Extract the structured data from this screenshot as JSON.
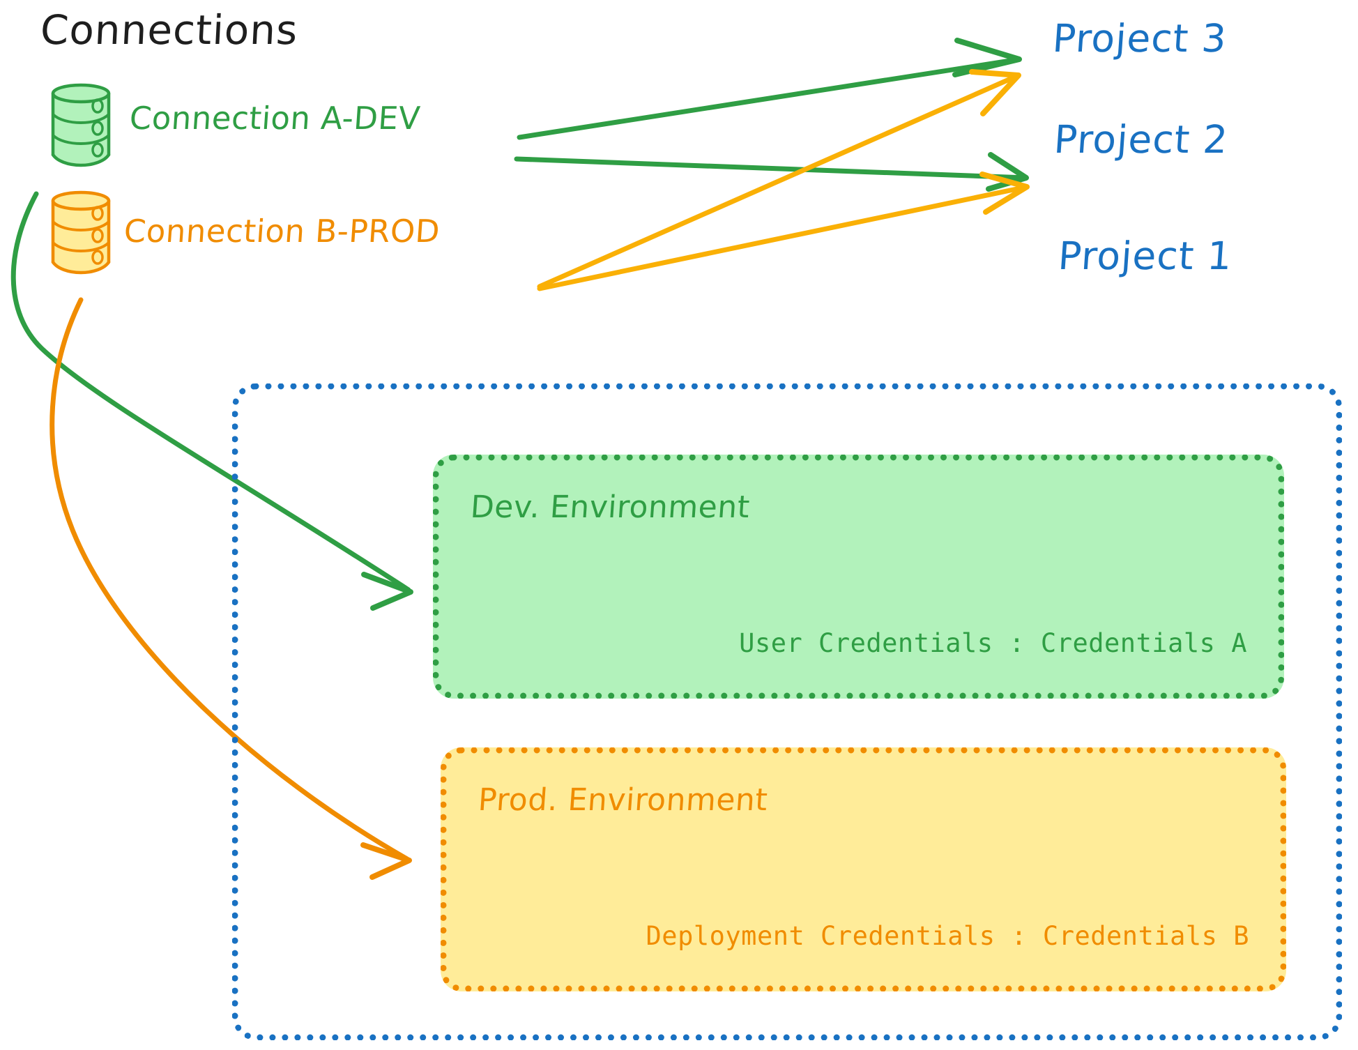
{
  "diagram": {
    "title": "Connections",
    "type": "connections-to-projects-architecture",
    "palette": {
      "green_stroke": "#2f9e44",
      "green_fill": "#b2f2bb",
      "orange_stroke": "#f08c00",
      "orange_fill": "#ffec99",
      "blue_stroke": "#1971c2",
      "black_text": "#1e1e1e",
      "background": "#ffffff"
    }
  },
  "connections": [
    {
      "id": "connection-a-dev",
      "label": "Connection A-DEV",
      "color": "#2f9e44",
      "icon": "database-cylinder-icon",
      "targets": [
        "Project 3",
        "Project 2",
        "Dev. Environment"
      ]
    },
    {
      "id": "connection-b-prod",
      "label": "Connection B-PROD",
      "color": "#f08c00",
      "icon": "database-cylinder-icon",
      "targets": [
        "Project 3",
        "Project 2",
        "Prod. Environment"
      ]
    }
  ],
  "projects": [
    {
      "id": "project-3",
      "label": "Project 3",
      "color": "#1971c2"
    },
    {
      "id": "project-2",
      "label": "Project 2",
      "color": "#1971c2"
    },
    {
      "id": "project-1",
      "label": "Project 1",
      "color": "#1971c2"
    }
  ],
  "project1": {
    "label": "Project 1",
    "border_style": "dotted",
    "border_color": "#1971c2",
    "environments": [
      {
        "id": "dev-environment",
        "title": "Dev. Environment",
        "credentials_label": "User Credentials",
        "credentials_value": "Credentials A",
        "credentials_line": "User Credentials : Credentials A",
        "fill": "#b2f2bb",
        "stroke": "#2f9e44"
      },
      {
        "id": "prod-environment",
        "title": "Prod. Environment",
        "credentials_label": "Deployment Credentials",
        "credentials_value": "Credentials B",
        "credentials_line": "Deployment Credentials : Credentials B",
        "fill": "#ffec99",
        "stroke": "#f08c00"
      }
    ]
  },
  "edges": [
    {
      "from": "Connection A-DEV",
      "to": "Project 3",
      "color": "#2f9e44",
      "style": "straight-arrow"
    },
    {
      "from": "Connection A-DEV",
      "to": "Project 2",
      "color": "#2f9e44",
      "style": "straight-arrow"
    },
    {
      "from": "Connection A-DEV",
      "to": "Dev. Environment",
      "color": "#2f9e44",
      "style": "curved-arrow"
    },
    {
      "from": "Connection B-PROD",
      "to": "Project 3",
      "color": "#f08c00",
      "style": "straight-arrow"
    },
    {
      "from": "Connection B-PROD",
      "to": "Project 2",
      "color": "#f08c00",
      "style": "straight-arrow"
    },
    {
      "from": "Connection B-PROD",
      "to": "Prod. Environment",
      "color": "#f08c00",
      "style": "curved-arrow"
    }
  ]
}
